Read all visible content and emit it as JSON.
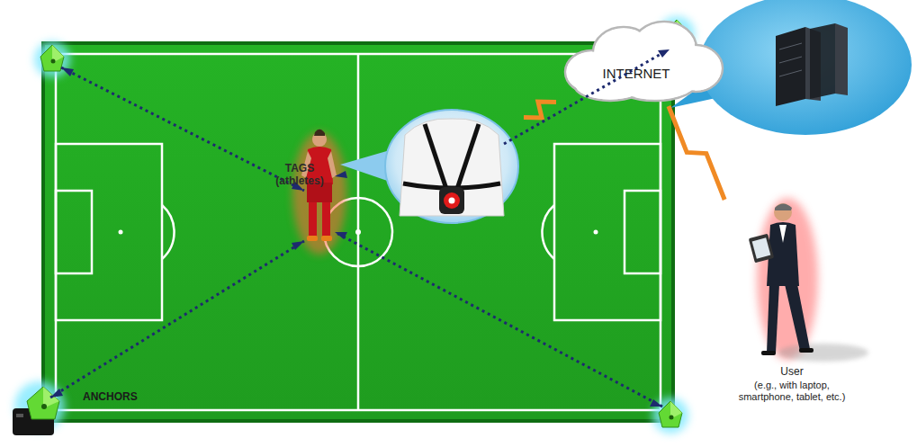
{
  "diagram": {
    "nodes": [
      {
        "text": [
          "TAGS (athletes)"
        ]
      },
      {
        "text": [
          "INTERNET"
        ]
      },
      {
        "text": [
          "User",
          "(e.g., with laptop, smartphone, tablet, etc.)"
        ]
      }
    ],
    "edges": [
      {
        "from": 0,
        "to": 1,
        "arrow": "none"
      },
      {
        "from": 1,
        "to": 2,
        "arrow": "none"
      }
    ],
    "labels": [
      "ANCHORS"
    ]
  }
}
